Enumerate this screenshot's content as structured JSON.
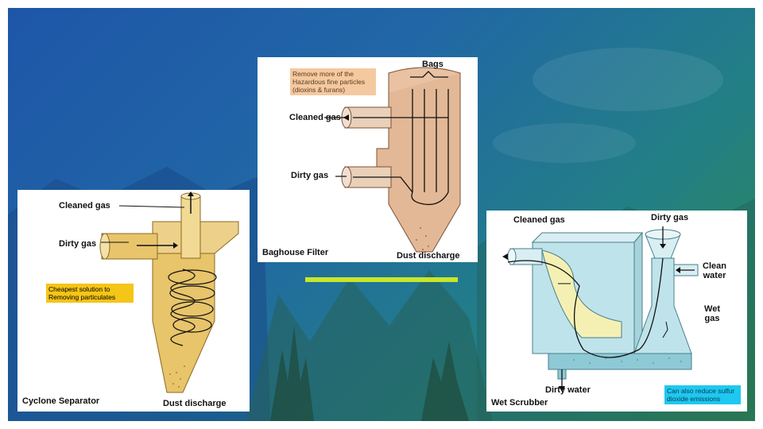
{
  "cyclone": {
    "title": "Cyclone Separator",
    "labels": {
      "cleaned_gas": "Cleaned gas",
      "dirty_gas": "Dirty gas",
      "dust_discharge": "Dust discharge"
    },
    "note": "Cheapest solution to Removing particulates",
    "note_color": "#f5c518"
  },
  "baghouse": {
    "title": "Baghouse Filter",
    "labels": {
      "bags": "Bags",
      "cleaned_gas": "Cleaned gas",
      "dirty_gas": "Dirty gas",
      "dust_discharge": "Dust discharge"
    },
    "note": "Remove more of the Hazardous fine particles (dioxins & furans)",
    "note_color": "#f5c9a0"
  },
  "scrubber": {
    "title": "Wet Scrubber",
    "labels": {
      "cleaned_gas": "Cleaned gas",
      "dirty_gas": "Dirty gas",
      "clean_water": "Clean water",
      "wet_gas": "Wet gas",
      "dirty_water": "Dirty water"
    },
    "note": "Can also reduce sulfur dioxide emissions",
    "note_color": "#1ec8f0"
  },
  "colors": {
    "divider": "#c8e62a",
    "background_top": "#1e56a8",
    "background_bottom": "#2f8a4a"
  }
}
